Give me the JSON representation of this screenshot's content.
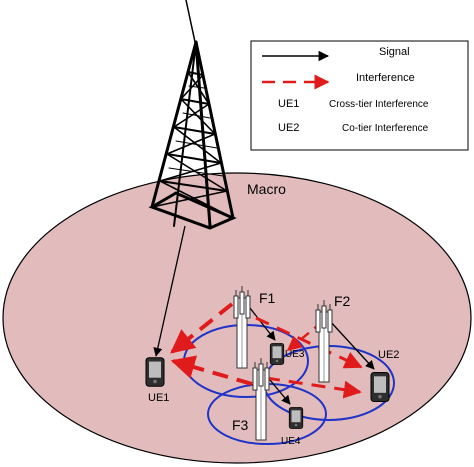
{
  "legend": {
    "signal_label": "Signal",
    "interference_label": "Interference",
    "ue1_label": "UE1",
    "cross_tier_label": "Cross-tier Interference",
    "ue2_label": "UE2",
    "co_tier_label": "Co-tier Interference"
  },
  "macro": {
    "label": "Macro"
  },
  "femtocells": [
    {
      "label": "F1"
    },
    {
      "label": "F2"
    },
    {
      "label": "F3"
    }
  ],
  "users": [
    {
      "label": "UE1"
    },
    {
      "label": "UE2"
    },
    {
      "label": "UE3"
    },
    {
      "label": "UE4"
    }
  ],
  "colors": {
    "macro_fill": "#e2bcbc",
    "femto_ring": "#1f33c8",
    "interference": "#e01b1b",
    "signal": "#000000",
    "device": "#3a3a3a"
  }
}
